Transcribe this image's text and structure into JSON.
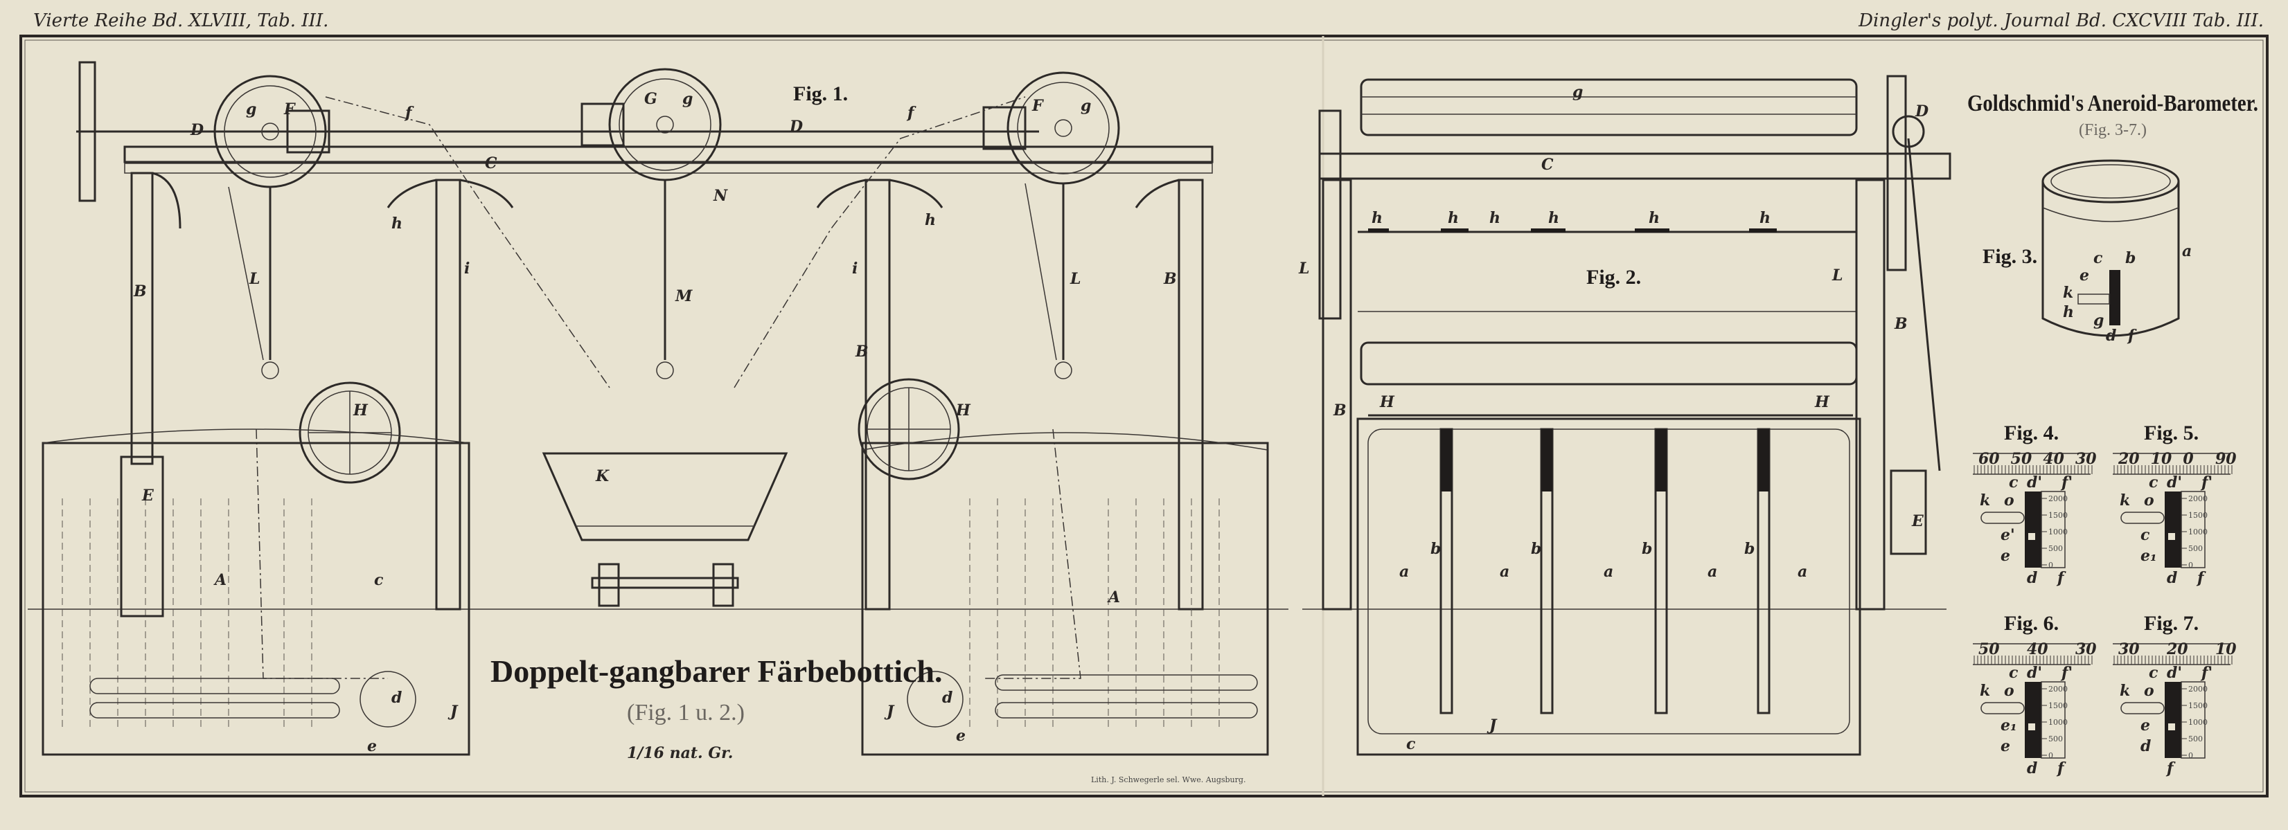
{
  "header": {
    "left": "Vierte Reihe Bd. XLVIII, Tab. III.",
    "right": "Dingler's polyt. Journal Bd. CXCVIII Tab. III."
  },
  "left_plate": {
    "title": "Doppelt-gangbarer Färbebottich.",
    "subtitle": "(Fig. 1 u. 2.)",
    "scale": "1/16 nat. Gr.",
    "lithographer": "Lith. J. Schwegerle sel. Wwe. Augsburg."
  },
  "right_plate": {
    "title": "Goldschmid's Aneroid-Barometer.",
    "subtitle": "(Fig. 3-7.)"
  },
  "figures": {
    "fig1": "Fig. 1.",
    "fig2": "Fig. 2.",
    "fig3": "Fig. 3.",
    "fig4": "Fig. 4.",
    "fig5": "Fig. 5.",
    "fig6": "Fig. 6.",
    "fig7": "Fig. 7."
  },
  "fig1_labels": [
    "g",
    "F",
    "G",
    "g",
    "F",
    "g",
    "D",
    "D",
    "f",
    "f",
    "C",
    "N",
    "h",
    "h",
    "L",
    "M",
    "L",
    "B",
    "B",
    "B",
    "i",
    "i",
    "K",
    "H",
    "H",
    "E",
    "A",
    "A",
    "c",
    "d",
    "J",
    "e",
    "J",
    "d",
    "e"
  ],
  "fig2_labels": [
    "g",
    "C",
    "D",
    "h",
    "h",
    "h",
    "h",
    "h",
    "h",
    "L",
    "L",
    "B",
    "B",
    "H",
    "H",
    "a",
    "b",
    "a",
    "b",
    "a",
    "b",
    "a",
    "b",
    "a",
    "J",
    "c",
    "E"
  ],
  "fig3_labels": [
    "a",
    "c",
    "b",
    "e",
    "k",
    "h",
    "g",
    "d",
    "f"
  ],
  "scales": {
    "fig4": {
      "top": [
        "60",
        "50",
        "40",
        "30"
      ],
      "side": [
        "2000",
        "1500",
        "1000",
        "500",
        "0"
      ],
      "letters": [
        "c",
        "d'",
        "f'",
        "k",
        "o",
        "e'",
        "e",
        "d",
        "f"
      ]
    },
    "fig5": {
      "top": [
        "20",
        "10",
        "0",
        "90"
      ],
      "side": [
        "2000",
        "1500",
        "1000",
        "500",
        "0"
      ],
      "letters": [
        "c",
        "d'",
        "f'",
        "k",
        "o",
        "c",
        "e₁",
        "d",
        "f"
      ]
    },
    "fig6": {
      "top": [
        "50",
        "40",
        "30"
      ],
      "side": [
        "2000",
        "1500",
        "1000",
        "500",
        "0"
      ],
      "letters": [
        "c",
        "d'",
        "f'",
        "k",
        "o",
        "e₁",
        "e",
        "d",
        "f"
      ]
    },
    "fig7": {
      "top": [
        "30",
        "20",
        "10"
      ],
      "side": [
        "2000",
        "1500",
        "1000",
        "500",
        "0"
      ],
      "letters": [
        "c",
        "d'",
        "f'",
        "k",
        "o",
        "e",
        "d",
        "f"
      ]
    }
  }
}
